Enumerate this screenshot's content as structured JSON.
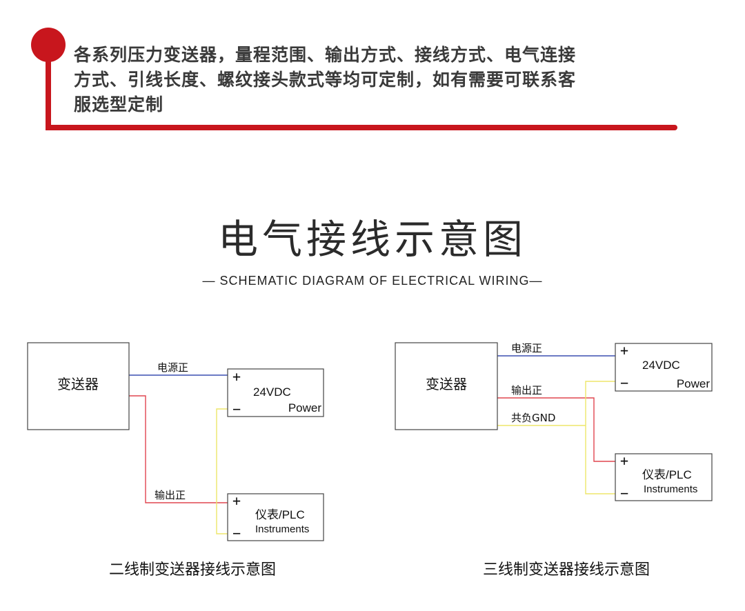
{
  "banner": {
    "lines": [
      "各系列压力变送器，量程范围、输出方式、接线方式、电气连接",
      "方式、引线长度、螺纹接头款式等均可定制，如有需要可联系客",
      "服选型定制"
    ],
    "accent_color": "#c8161d"
  },
  "title": "电气接线示意图",
  "subtitle": "— SCHEMATIC DIAGRAM OF ELECTRICAL WIRING—",
  "wire_colors": {
    "power": "#3a4fb0",
    "output": "#e0454f",
    "ground": "#ede66a"
  },
  "two_wire": {
    "transmitter": "变送器",
    "power_positive_label": "电源正",
    "output_positive_label": "输出正",
    "power_box": {
      "plus": "+",
      "minus": "−",
      "voltage": "24VDC",
      "name": "Power"
    },
    "instrument_box": {
      "plus": "+",
      "minus": "−",
      "name": "仪表/PLC",
      "sub": "Instruments"
    },
    "caption": "二线制变送器接线示意图"
  },
  "three_wire": {
    "transmitter": "变送器",
    "power_positive_label": "电源正",
    "output_positive_label": "输出正",
    "ground_label": "共负GND",
    "power_box": {
      "plus": "+",
      "minus": "−",
      "voltage": "24VDC",
      "name": "Power"
    },
    "instrument_box": {
      "plus": "+",
      "minus": "−",
      "name": "仪表/PLC",
      "sub": "Instruments"
    },
    "caption": "三线制变送器接线示意图"
  }
}
